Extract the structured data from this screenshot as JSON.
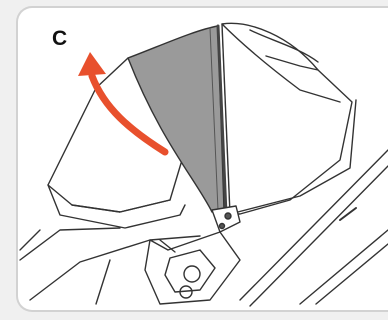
{
  "step": {
    "label": "C"
  },
  "illustration": {
    "subject": "stroller-canopy",
    "action": "fold-canopy-back",
    "arrow_color": "#e8502d",
    "canopy_fill": "#9a9a9a",
    "line_color": "#333333"
  }
}
